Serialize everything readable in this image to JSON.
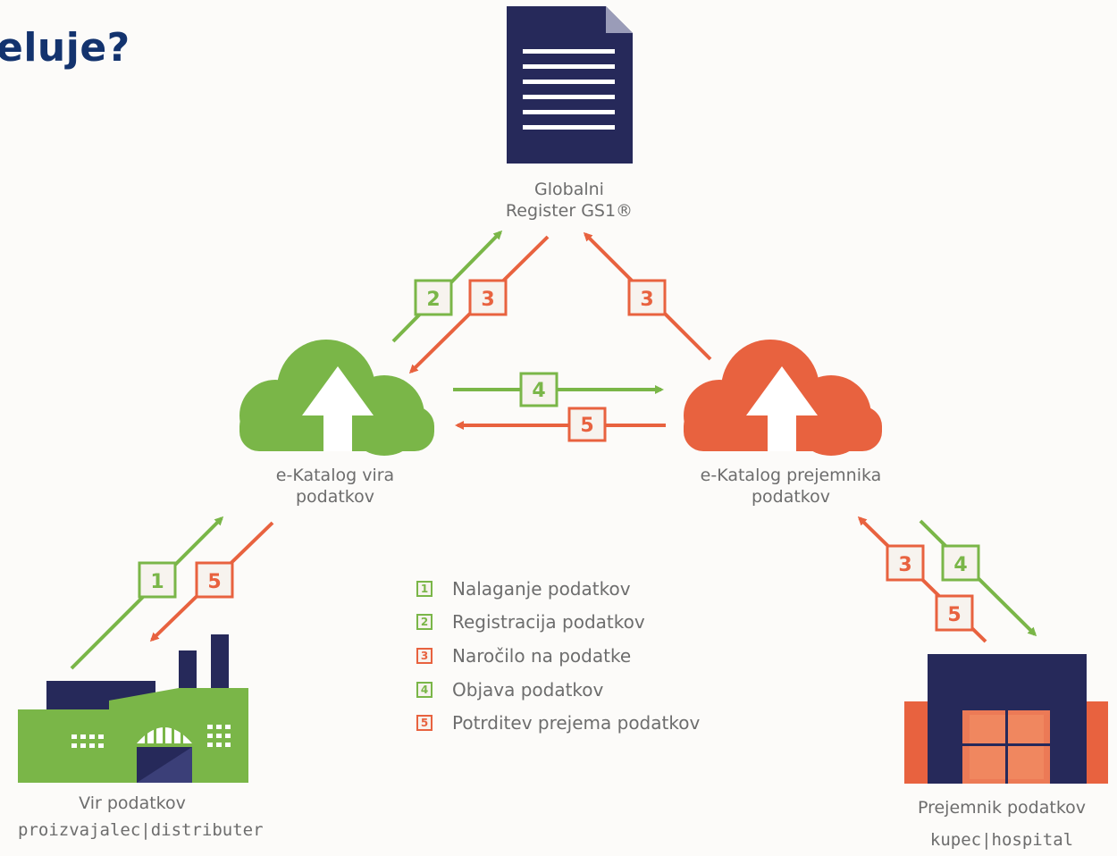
{
  "title": "eluje?",
  "colors": {
    "green": "#7ab648",
    "orange": "#e8623f",
    "navy": "#26295a",
    "text": "#6d6d6d"
  },
  "nodes": {
    "registry": {
      "line1": "Globalni",
      "line2": "Register GS1®",
      "icon": "document-icon"
    },
    "source_catalog": {
      "line1": "e-Katalog vira",
      "line2": "podatkov",
      "icon": "cloud-upload-icon"
    },
    "recipient_catalog": {
      "line1": "e-Katalog prejemnika",
      "line2": "podatkov",
      "icon": "cloud-upload-icon"
    },
    "source": {
      "line1": "Vir podatkov",
      "line2": "proizvajalec|distributer",
      "icon": "factory-icon"
    },
    "recipient": {
      "line1": "Prejemnik podatkov",
      "line2": "kupec|hospital",
      "icon": "warehouse-icon"
    }
  },
  "steps": [
    {
      "num": "1",
      "label": "Nalaganje podatkov",
      "color": "green"
    },
    {
      "num": "2",
      "label": "Registracija podatkov",
      "color": "green"
    },
    {
      "num": "3",
      "label": "Naročilo na podatke",
      "color": "orange"
    },
    {
      "num": "4",
      "label": "Objava podatkov",
      "color": "green"
    },
    {
      "num": "5",
      "label": "Potrditev prejema podatkov",
      "color": "orange"
    }
  ],
  "badges": {
    "src_to_reg": "2",
    "reg_to_src": "3",
    "rec_to_reg": "3",
    "src_to_rec": "4",
    "rec_to_src": "5",
    "vir_to_src": "1",
    "src_to_vir": "5",
    "rec_up": "3",
    "down_to_recipient": "4",
    "rec_confirm": "5"
  }
}
